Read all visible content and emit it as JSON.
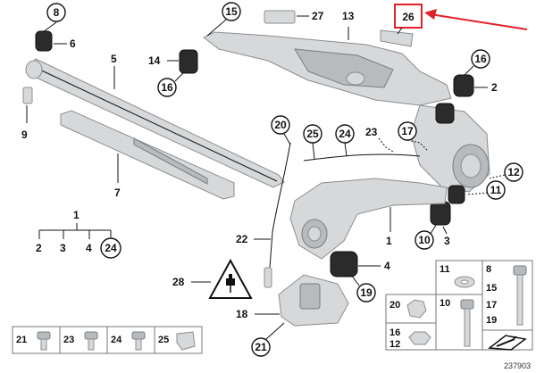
{
  "parts": {
    "p8": "8",
    "p6": "6",
    "p9": "9",
    "p15": "15",
    "p27": "27",
    "p13": "13",
    "p26": "26",
    "p14": "14",
    "p16a": "16",
    "p16b": "16",
    "p2a": "2",
    "p5": "5",
    "p20": "20",
    "p25": "25",
    "p24": "24",
    "p23": "23",
    "p17": "17",
    "p12": "12",
    "p11": "11",
    "p7": "7",
    "p1a": "1",
    "p1b": "1",
    "p10": "10",
    "p3b": "3",
    "p22": "22",
    "p4": "4",
    "p28": "28",
    "p19": "19",
    "p18": "18",
    "p21": "21"
  },
  "group_legend": {
    "parent": "1",
    "children": [
      "2",
      "3",
      "4",
      "24"
    ]
  },
  "fastener_grid": {
    "right": [
      "11",
      "8",
      "15",
      "17",
      "19",
      "20",
      "10",
      "16",
      "12"
    ],
    "bottom": [
      "21",
      "23",
      "24",
      "25"
    ]
  },
  "ref_number": "237903",
  "highlight_color": "#e0202a"
}
